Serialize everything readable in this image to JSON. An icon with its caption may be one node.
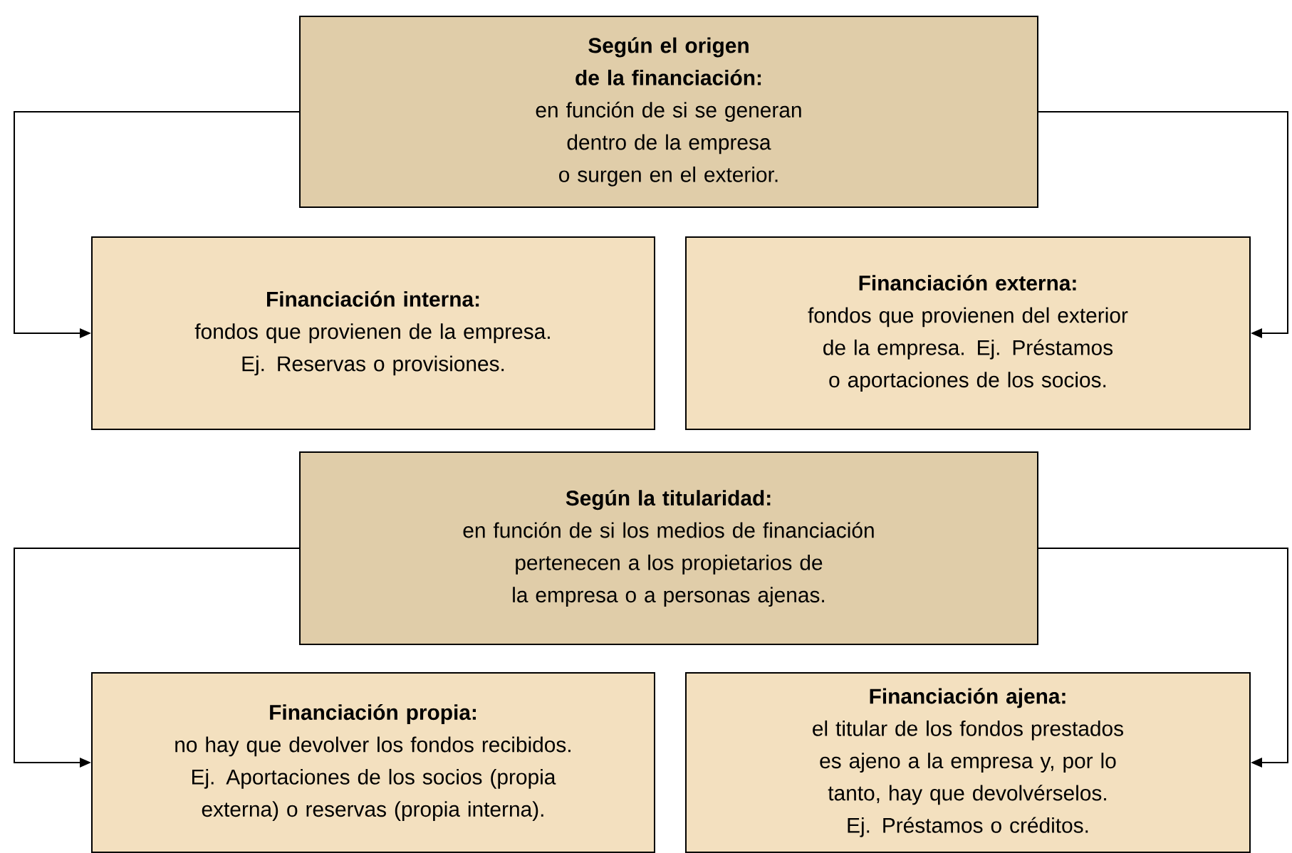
{
  "diagram": {
    "nodes": [
      {
        "text": [
          "Según el origen de la financiación:",
          "en función de si se generan dentro de la empresa o surgen en el exterior."
        ]
      },
      {
        "text": [
          "Financiación interna:",
          "fondos que provienen de la empresa. Ej. Reservas o provisiones."
        ]
      },
      {
        "text": [
          "Financiación externa:",
          "fondos que provienen del exterior de la empresa. Ej. Préstamos o aportaciones de los socios."
        ]
      },
      {
        "text": [
          "Según la titularidad:",
          "en función de si los medios de financiación pertenecen a los propietarios de la empresa o a personas ajenas."
        ]
      },
      {
        "text": [
          "Financiación propia:",
          "no hay que devolver los fondos recibidos. Ej. Aportaciones de los socios (propia externa) o reservas (propia interna)."
        ]
      },
      {
        "text": [
          "Financiación ajena:",
          "el titular de los fondos prestados es ajeno a la empresa y, por lo tanto, hay que devolvérselos. Ej. Préstamos o créditos."
        ]
      }
    ],
    "edges": [
      {
        "from": 0,
        "to": 1,
        "arrow": "to"
      },
      {
        "from": 0,
        "to": 2,
        "arrow": "to"
      },
      {
        "from": 3,
        "to": 4,
        "arrow": "to"
      },
      {
        "from": 3,
        "to": 5,
        "arrow": "to"
      }
    ]
  }
}
